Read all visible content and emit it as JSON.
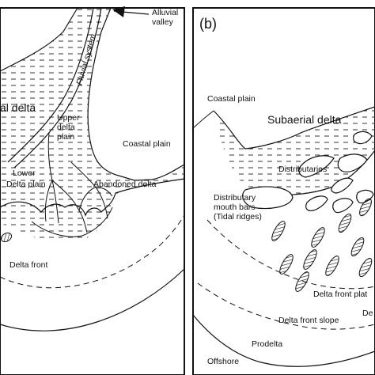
{
  "colors": {
    "ink": "#111111",
    "background": "#ffffff"
  },
  "panel_a": {
    "alluvial_valley": "Alluvial\nvalley",
    "fluvial_system": "Fluvial system",
    "delta_title": "al delta",
    "upper_delta_plain": "Upper\ndelta\nplain",
    "coastal_plain": "Coastal plain",
    "lower_delta_plain": "Lower\nDelta plain",
    "abandoned_delta": "Abandoned delta",
    "delta_front": "Delta front"
  },
  "panel_b": {
    "panel_label": "(b)",
    "coastal_plain": "Coastal plain",
    "subaerial_delta": "Subaerial delta",
    "distributaries": "Distributaries",
    "mouth_bars": "Distributary\nmouth bars\n(Tidal ridges)",
    "delta_front_platform": "Delta front plat",
    "delta_front_slope": "Delta front slope",
    "de": "De",
    "prodelta": "Prodelta",
    "offshore": "Offshore"
  }
}
